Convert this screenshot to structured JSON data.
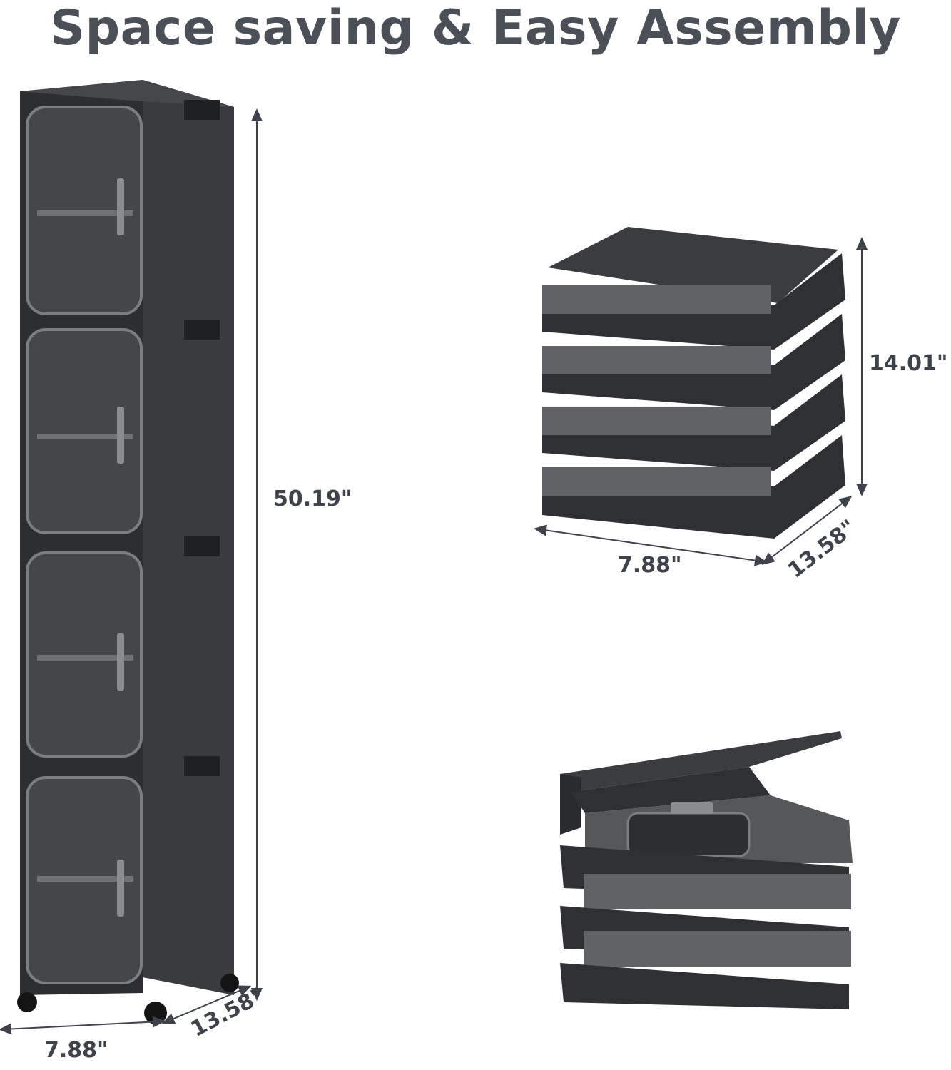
{
  "title": "Space saving & Easy Assembly",
  "dimensions": {
    "assembled_height": "50.19\"",
    "assembled_width": "7.88\"",
    "assembled_depth": "13.58\"",
    "folded_height": "14.01\"",
    "folded_width": "7.88\"",
    "folded_depth": "13.58\""
  },
  "colors": {
    "title": "#4a4f58",
    "cabinet": "#2b2c2f",
    "panel": "#555759",
    "line": "#3e434b"
  }
}
